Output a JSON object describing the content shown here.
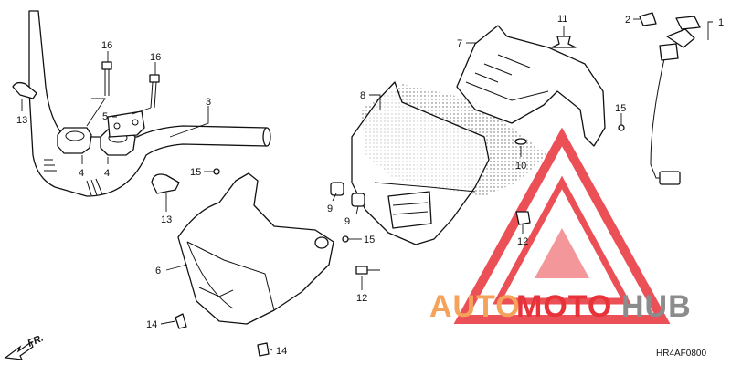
{
  "diagram": {
    "code": "HR4AF0800",
    "direction_label": "FR.",
    "watermark": {
      "auto": "AUTO",
      "moto": "MOTO",
      "hub": "HUB",
      "orange": "#f5a25a",
      "red": "#e8323a",
      "gray": "#8c8c8c"
    },
    "callouts": [
      "1",
      "2",
      "3",
      "4",
      "4",
      "5",
      "6",
      "7",
      "8",
      "9",
      "9",
      "10",
      "11",
      "12",
      "12",
      "13",
      "13",
      "14",
      "14",
      "15",
      "15",
      "15",
      "16",
      "16"
    ]
  }
}
